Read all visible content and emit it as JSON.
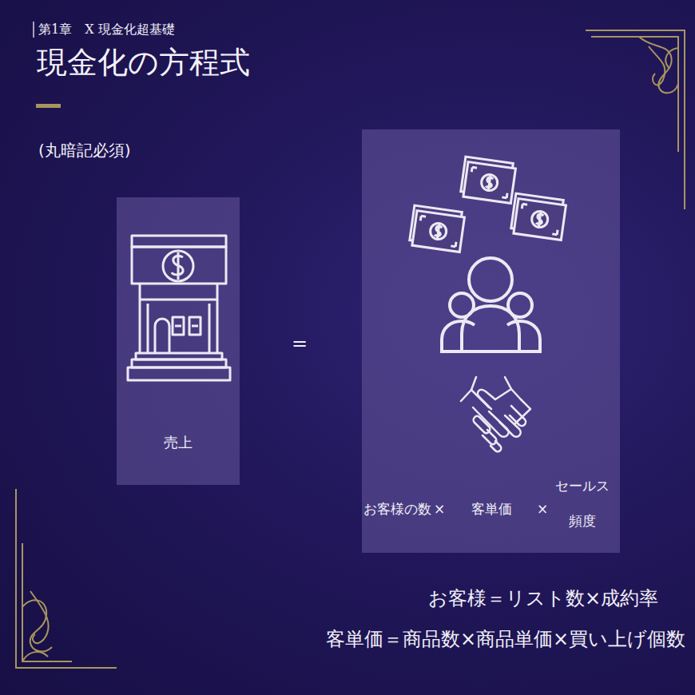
{
  "diagram": {
    "title": "現金化の方程式",
    "nodes": [
      {
        "text": [
          "売上"
        ]
      },
      {
        "text": [
          "お客様の数",
          "×",
          "客単価",
          "×",
          "セールス 頻度"
        ]
      }
    ],
    "labels": [
      "第1章　X 現金化超基礎",
      "(丸暗記必須)",
      "=",
      "お客様＝リスト数×成約率",
      "客単価＝商品数×商品単価×買い上げ個数"
    ]
  }
}
